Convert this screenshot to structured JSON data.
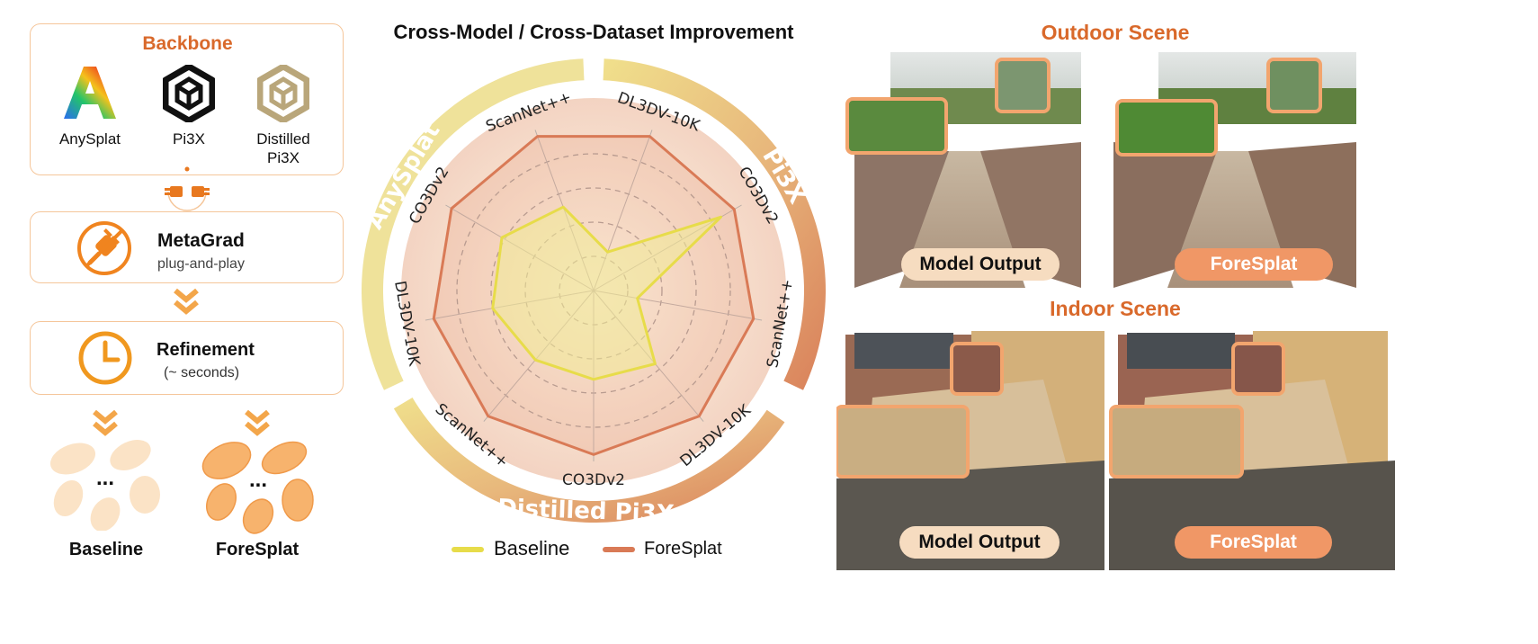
{
  "left": {
    "backbone_title": "Backbone",
    "backbones": [
      {
        "label_line1": "AnySplat",
        "label_line2": "",
        "icon": "anysplat-logo-icon"
      },
      {
        "label_line1": "Pi3X",
        "label_line2": "",
        "icon": "pi3x-logo-icon"
      },
      {
        "label_line1": "Distilled",
        "label_line2": "Pi3X",
        "icon": "distilled-pi3x-logo-icon"
      }
    ],
    "metagrad_title": "MetaGrad",
    "metagrad_subtitle": "plug-and-play",
    "refinement_title": "Refinement",
    "refinement_subtitle": "(~ seconds)",
    "baseline_label": "Baseline",
    "foresplat_label": "ForeSplat",
    "dots": "..."
  },
  "center": {
    "title": "Cross-Model / Cross-Dataset Improvement",
    "ring_labels": [
      "AnySplat",
      "Pi3X",
      "Distilled Pi3X"
    ],
    "legend": [
      {
        "name": "Baseline",
        "color": "#e7dc4a"
      },
      {
        "name": "ForeSplat",
        "color": "#d97a56"
      }
    ]
  },
  "chart_data": {
    "type": "radar",
    "title": "Cross-Model / Cross-Dataset Improvement",
    "groups": [
      "AnySplat",
      "Pi3X",
      "Distilled Pi3X"
    ],
    "axes": [
      "ScanNet++",
      "DL3DV-10K",
      "CO3Dv2",
      "ScanNet++",
      "DL3DV-10K",
      "CO3Dv2",
      "ScanNet++",
      "DL3DV-10K",
      "CO3Dv2"
    ],
    "axis_groups": [
      "AnySplat",
      "Pi3X",
      "Pi3X",
      "Pi3X",
      "Distilled Pi3X",
      "Distilled Pi3X",
      "Distilled Pi3X",
      "AnySplat",
      "AnySplat"
    ],
    "series": [
      {
        "name": "Baseline",
        "values": [
          0.52,
          0.24,
          0.86,
          0.26,
          0.56,
          0.52,
          0.53,
          0.6,
          0.62
        ]
      },
      {
        "name": "ForeSplat",
        "values": [
          0.96,
          0.96,
          0.95,
          0.95,
          0.96,
          0.96,
          0.96,
          0.95,
          0.96
        ]
      }
    ],
    "rlim": [
      0,
      1
    ],
    "grid": true,
    "legend_position": "bottom"
  },
  "right": {
    "outdoor_title": "Outdoor Scene",
    "indoor_title": "Indoor Scene",
    "model_output_label": "Model Output",
    "foresplat_label": "ForeSplat"
  }
}
